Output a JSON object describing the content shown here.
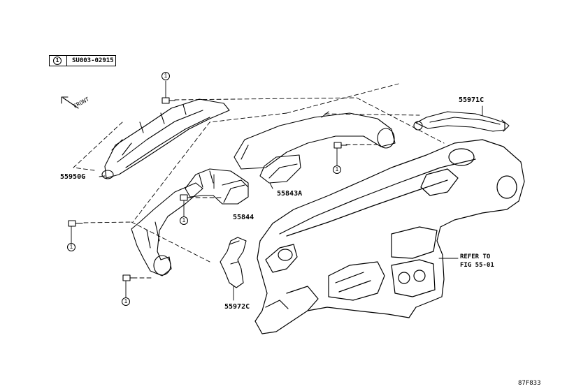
{
  "legend": {
    "symbol": "1",
    "code": "SU003-02915"
  },
  "direction": {
    "label": "FRONT"
  },
  "parts": [
    {
      "id": "p1",
      "number": "55971C"
    },
    {
      "id": "p2",
      "number": "55950G"
    },
    {
      "id": "p3",
      "number": "55843A"
    },
    {
      "id": "p4",
      "number": "55844"
    },
    {
      "id": "p5",
      "number": "55972C"
    }
  ],
  "refer": {
    "line1": "REFER TO",
    "line2": "FIG 55-01"
  },
  "callouts": [
    "1",
    "1",
    "1",
    "1",
    "1"
  ],
  "figure_code": "87F833"
}
